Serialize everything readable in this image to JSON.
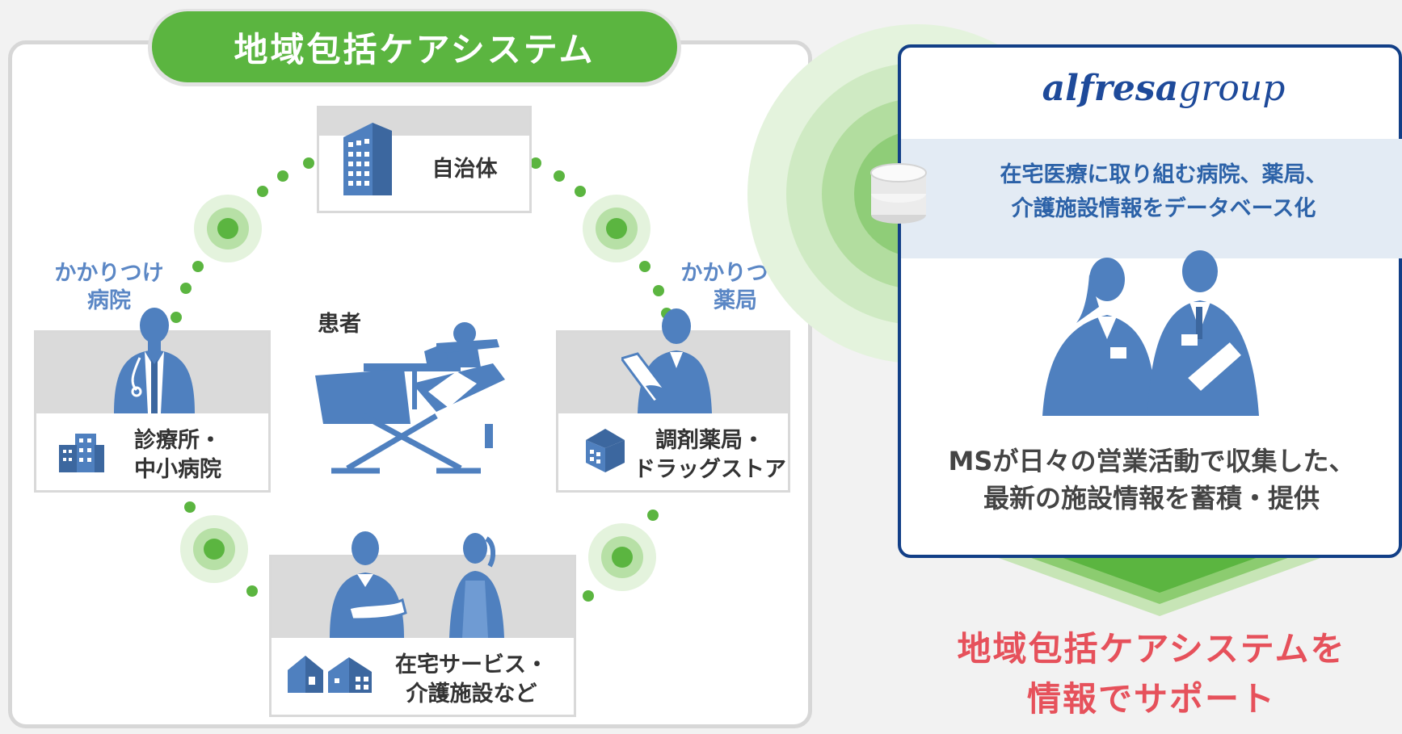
{
  "title": "地域包括ケアシステム",
  "nodes": {
    "municipality": "自治体",
    "patient": "患者",
    "hospital_caption": "かかりつけ\n病院",
    "hospital_label": "診療所・\n中小病院",
    "pharmacy_caption": "かかりつけ\n薬局",
    "pharmacy_label": "調剤薬局・\nドラッグストア",
    "home_label": "在宅サービス・\n介護施設など"
  },
  "panel": {
    "logo_brand": "alfresa",
    "logo_suffix": "group",
    "database_text": "在宅医療に取り組む病院、薬局、\n介護施設情報をデータベース化",
    "ms_text": "MSが日々の営業活動で収集した、\n最新の施設情報を蓄積・提供",
    "support_text": "地域包括ケアシステムを\n情報でサポート"
  },
  "colors": {
    "green": "#5bb540",
    "silhouette_blue": "#4f80bf",
    "navy": "#123f87",
    "red": "#e6515b"
  },
  "icons": [
    "building-icon",
    "bed-icon",
    "doctor-icon",
    "pharmacist-icon",
    "nurse-icon",
    "caregiver-icon",
    "hospital-building-icon",
    "pharmacy-store-icon",
    "houses-icon",
    "database-icon",
    "business-people-icon",
    "signal-icon"
  ]
}
